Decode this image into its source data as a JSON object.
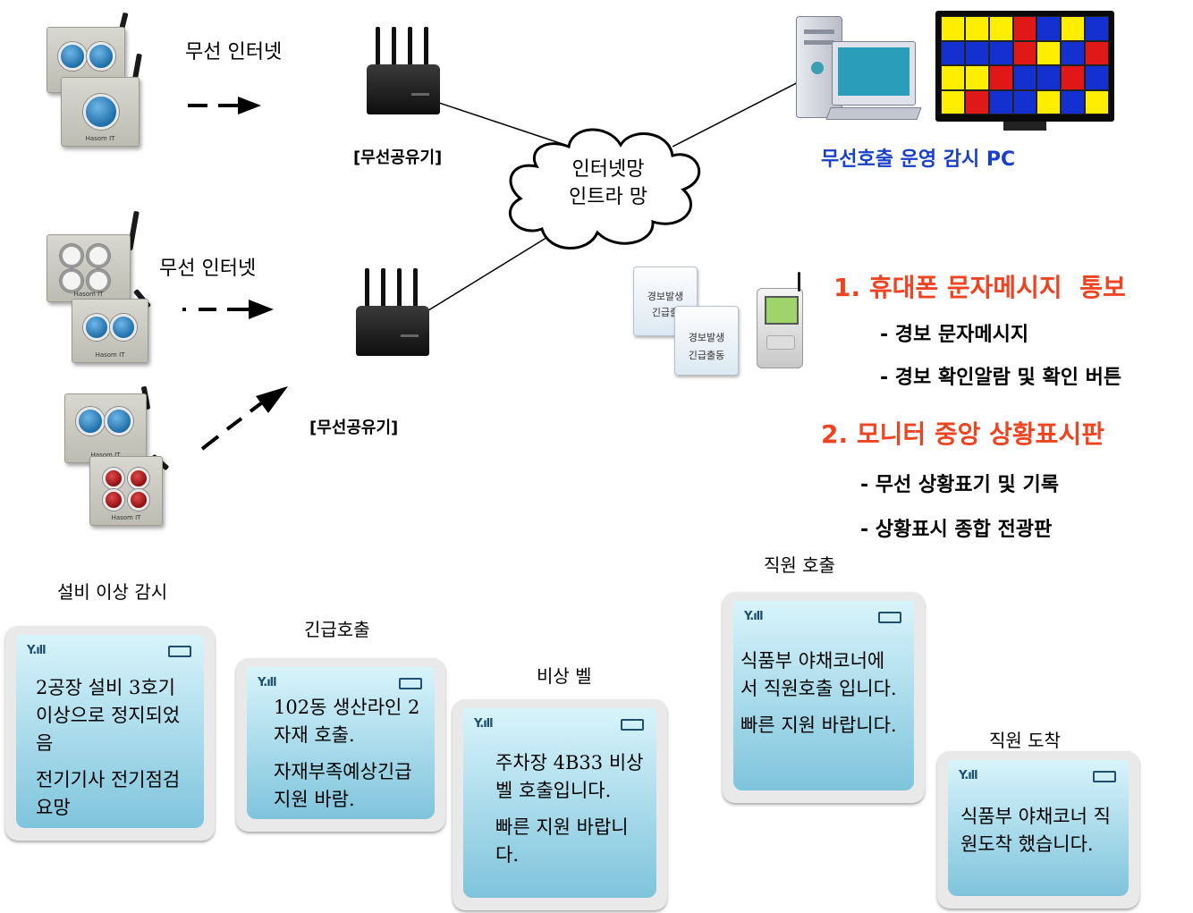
{
  "colors": {
    "accent_red": "#ee4422",
    "accent_blue": "#1a3fc8"
  },
  "labels": {
    "wireless_internet_1": "무선 인터넷",
    "wireless_internet_2": "무선 인터넷",
    "router_1": "[무선공유기]",
    "router_2": "[무선공유기]",
    "cloud_line1": "인터넷망",
    "cloud_line2": "인트라 망",
    "pc_label": "무선호출 운영 감시 PC"
  },
  "features": {
    "f1_title": "1. 휴대폰 문자메시지  통보",
    "f1_item1": "- 경보 문자메시지",
    "f1_item2": "- 경보 확인알람 및 확인 버튼",
    "f2_title": "2. 모니터 중앙 상황표시판",
    "f2_item1": "- 무선 상황표기 및 기록",
    "f2_item2": "- 상황표시 종합 전광판"
  },
  "small_cards": {
    "card1_l1": "경보발생",
    "card1_l2": "긴급출",
    "card2_l1": "경보발생",
    "card2_l2": "긴급출동"
  },
  "device_marking": "Hasom IT",
  "phones": [
    {
      "title": "설비 이상 감시",
      "para1": "2공장 설비 3호기 이상으로 정지되었음",
      "para2": "전기기사 전기점검 요망"
    },
    {
      "title": "긴급호출",
      "para1": "102동 생산라인 2 자재 호출.",
      "para2": "자재부족예상긴급지원 바람."
    },
    {
      "title": "비상 벨",
      "para1": "주차장 4B33 비상벨 호출입니다.",
      "para2": "빠른 지원 바랍니다."
    },
    {
      "title": "직원 호출",
      "para1": "식품부 야채코너에서 직원호출 입니다.",
      "para2": "빠른 지원 바랍니다."
    },
    {
      "title": "직원 도착",
      "para1": "식품부 야채코너 직원도착 했습니다.",
      "para2": ""
    }
  ],
  "monitor_cells": [
    "#ffee00",
    "#ffee00",
    "#ffee00",
    "#e01818",
    "#1530d0",
    "#ffee00",
    "#1530d0",
    "#1530d0",
    "#1530d0",
    "#1530d0",
    "#e01818",
    "#ffee00",
    "#1530d0",
    "#e01818",
    "#ffee00",
    "#ffee00",
    "#e01818",
    "#1530d0",
    "#1530d0",
    "#e01818",
    "#1530d0",
    "#ffee00",
    "#e01818",
    "#1530d0",
    "#1530d0",
    "#ffee00",
    "#1530d0",
    "#ffee00"
  ]
}
